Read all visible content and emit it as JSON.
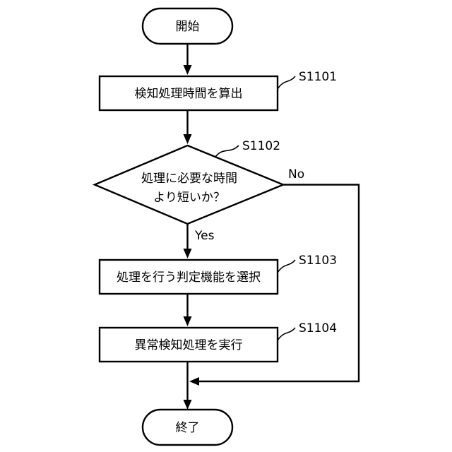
{
  "flowchart": {
    "start": "開始",
    "end": "終了",
    "steps": [
      {
        "id": "S1101",
        "text": "検知処理時間を算出"
      },
      {
        "id": "S1102",
        "text_line1": "処理に必要な時間",
        "text_line2": "より短いか？"
      },
      {
        "id": "S1103",
        "text": "処理を行う判定機能を選択"
      },
      {
        "id": "S1104",
        "text": "異常検知処理を実行"
      }
    ],
    "branch_yes": "Yes",
    "branch_no": "No"
  }
}
